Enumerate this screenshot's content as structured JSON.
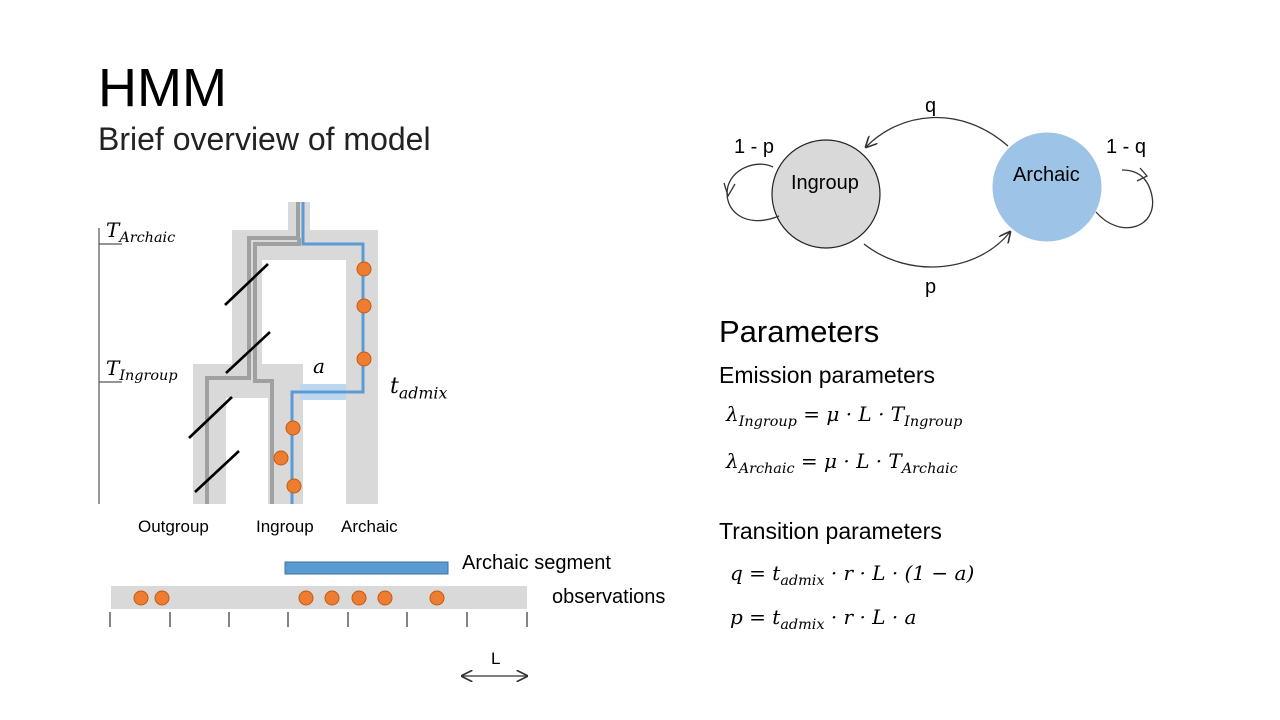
{
  "slide": {
    "title": "HMM",
    "subtitle": "Brief overview of model"
  },
  "tree": {
    "t_archaic_label": {
      "base": "T",
      "sub": "Archaic"
    },
    "t_ingroup_label": {
      "base": "T",
      "sub": "Ingroup"
    },
    "a_label": "a",
    "t_admix_label": {
      "base": "t",
      "sub": "admix"
    },
    "leaf_labels": [
      "Outgroup",
      "Ingroup",
      "Archaic"
    ]
  },
  "track": {
    "segment_label": "Archaic segment",
    "observations_label": "observations",
    "scale_label": "L"
  },
  "state_diagram": {
    "states": [
      "Ingroup",
      "Archaic"
    ],
    "edge_labels": {
      "archaic_to_ingroup": "q",
      "ingroup_to_archaic": "p",
      "ingroup_self": "1 - p",
      "archaic_self": "1 - q"
    }
  },
  "parameters": {
    "heading": "Parameters",
    "emission_heading": "Emission parameters",
    "emission_eqs": [
      {
        "lhs": "λ",
        "lhs_sub": "Ingroup",
        "rhs": "= μ · L · T",
        "rhs_sub": "Ingroup"
      },
      {
        "lhs": "λ",
        "lhs_sub": "Archaic",
        "rhs": "= μ · L · T",
        "rhs_sub": "Archaic"
      }
    ],
    "transition_heading": "Transition parameters",
    "transition_eqs": [
      {
        "lhs": "q =  t",
        "sub": "admix",
        "rest": " · r · L · (1 − a)"
      },
      {
        "lhs": "p =  t",
        "sub": "admix",
        "rest": " · r · L · a"
      }
    ]
  },
  "colors": {
    "gray_fill": "#d9d9d9",
    "gray_line": "#a0a0a0",
    "blue_line": "#5b9bd5",
    "light_blue": "#bdd7ee",
    "orange": "#ed7d31",
    "state_gray": "#d9d9d9",
    "state_blue": "#9dc3e6"
  }
}
